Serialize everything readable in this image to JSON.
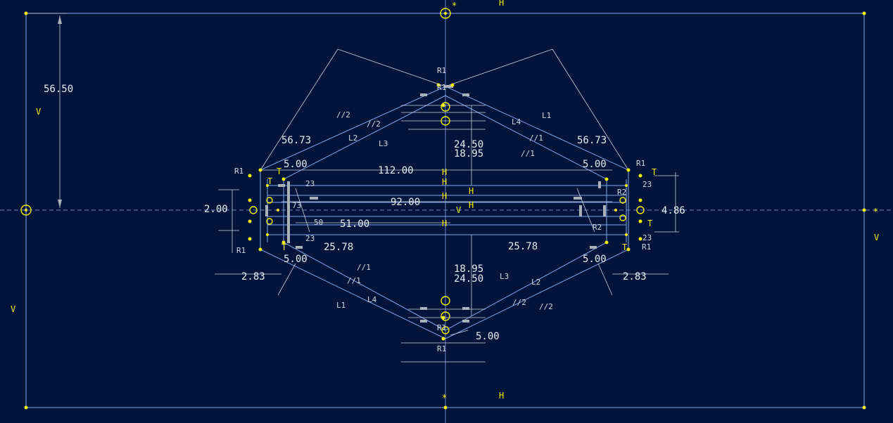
{
  "canvas": {
    "background": "#02143a",
    "geometry_color": "#7fa6e8",
    "dimension_color": "#e8ecf2",
    "constraint_color": "#f4f000"
  },
  "dimensions": {
    "d_56_50": "56.50",
    "d_56_73_left": "56.73",
    "d_56_73_right": "56.73",
    "d_112": "112.00",
    "d_92": "92.00",
    "d_51": "51.00",
    "d_24_50_top": "24.50",
    "d_18_95_top": "18.95",
    "d_24_50_bot": "24.50",
    "d_18_95_bot": "18.95",
    "d_25_78_left": "25.78",
    "d_25_78_right": "25.78",
    "d_5_tl": "5.00",
    "d_5_tr": "5.00",
    "d_5_bl": "5.00",
    "d_5_br": "5.00",
    "d_5_bottom": "5.00",
    "d_2_left": "2.00",
    "d_4_86": "4.86",
    "d_2_83_left": "2.83",
    "d_2_83_right": "2.83",
    "d_23_a": "23",
    "d_23_b": "23",
    "d_23_c": "23",
    "d_23_d": "23",
    "d_50": "50",
    "d_73": "73"
  },
  "constraints": {
    "h_top": "H",
    "h_bottom": "H",
    "v_left": "V",
    "v_right": "V",
    "v_left_low": "V",
    "h_mid1": "H",
    "h_mid2": "H",
    "h_mid3": "H",
    "v_mid": "V",
    "h_ctr1": "H",
    "h_ctr2": "H",
    "h_ctr3": "H",
    "h_ctr4": "H",
    "l1_a": "L1",
    "l1_b": "L1",
    "l2_a": "L2",
    "l2_b": "L2",
    "l3_a": "L3",
    "l3_b": "L3",
    "l4_a": "L4",
    "l4_b": "L4",
    "par1_a": "//1",
    "par1_b": "//1",
    "par1_c": "//1",
    "par1_d": "//1",
    "par2_a": "//2",
    "par2_b": "//2",
    "par2_c": "//2",
    "par2_d": "//2",
    "r_top": "R1",
    "r_top2": "R1",
    "r_bot": "R1",
    "r_bot2": "R1",
    "r_l1": "R1",
    "r_l2": "R1",
    "r_r1": "R1",
    "r_r2": "R1",
    "t_a": "T",
    "t_b": "T",
    "t_c": "T",
    "t_d": "T",
    "t_e": "T",
    "t_f": "T",
    "r2_a": "R2",
    "r2_b": "R2"
  },
  "icons": [
    "origin-icon",
    "symmetry-star-icon",
    "constraint-point-icon"
  ]
}
